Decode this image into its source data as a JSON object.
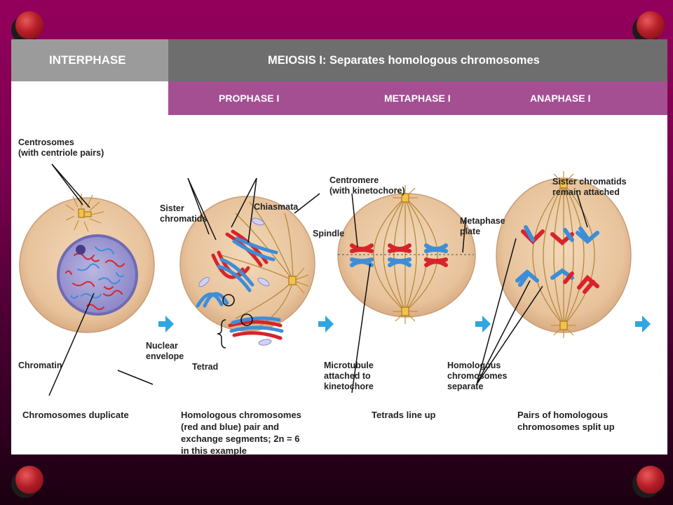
{
  "header": {
    "interphase": "INTERPHASE",
    "meiosis": "MEIOSIS I: Separates homologous chromosomes",
    "stages": [
      "PROPHASE I",
      "METAPHASE I",
      "ANAPHASE I"
    ]
  },
  "labels": {
    "centrosomes": "Centrosomes\n(with centriole pairs)",
    "chromatin": "Chromatin",
    "nuclear_envelope": "Nuclear\nenvelope",
    "sister_chromatids": "Sister\nchromatids",
    "chiasmata": "Chiasmata",
    "spindle": "Spindle",
    "tetrad": "Tetrad",
    "centromere": "Centromere\n(with kinetochore)",
    "metaphase_plate": "Metaphase\nplate",
    "microtubule": "Microtubule\nattached to\nkinetochore",
    "sister_remain": "Sister chromatids\nremain attached",
    "homologous_separate": "Homologous\nchromosomes\nseparate"
  },
  "captions": {
    "interphase": "Chromosomes duplicate",
    "prophase": "Homologous chromosomes\n(red and blue) pair and\nexchange segments; 2n = 6\nin this example",
    "metaphase": "Tetrads line up",
    "anaphase": "Pairs of homologous\nchromosomes split up"
  },
  "colors": {
    "cell": "#ecc9a4",
    "red_chromosome": "#d9232b",
    "blue_chromosome": "#3d8ed8",
    "arrow": "#2ea6e0",
    "spindle": "#b58a3e"
  }
}
